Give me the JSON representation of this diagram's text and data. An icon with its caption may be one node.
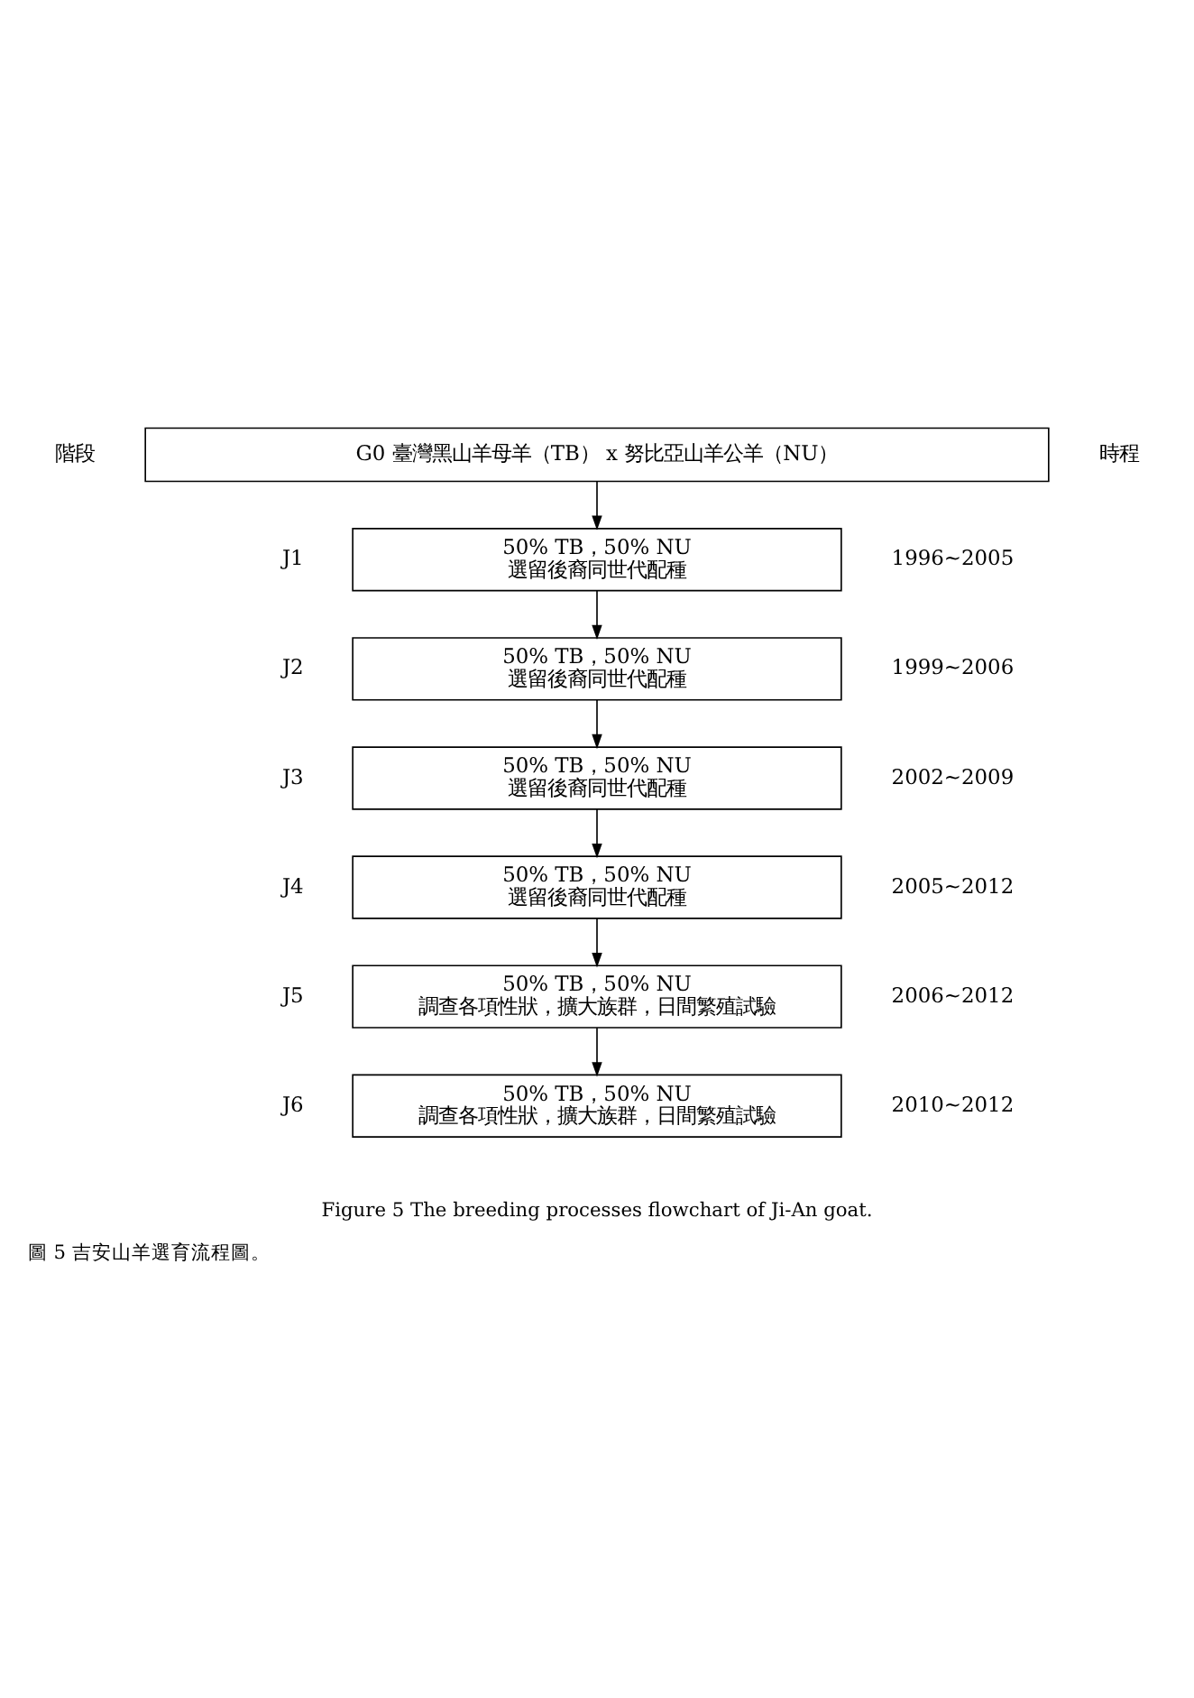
{
  "diagram": {
    "caption": "圖 5 吉安山羊選育流程圖。",
    "nodes": [
      {
        "text": [
          "G0 臺灣黑山羊母羊（TB） x 努比亞山羊公羊（NU）"
        ]
      },
      {
        "text": [
          "50% TB，50% NU",
          "選留後裔同世代配種"
        ],
        "beside": [
          "J1",
          "1996~2005"
        ]
      },
      {
        "text": [
          "50% TB，50% NU",
          "選留後裔同世代配種"
        ],
        "beside": [
          "J2",
          "1999~2006"
        ]
      },
      {
        "text": [
          "50% TB，50% NU",
          "選留後裔同世代配種"
        ],
        "beside": [
          "J3",
          "2002~2009"
        ]
      },
      {
        "text": [
          "50% TB，50% NU",
          "選留後裔同世代配種"
        ],
        "beside": [
          "J4",
          "2005~2012"
        ]
      },
      {
        "text": [
          "50% TB，50% NU",
          "調查各項性狀，擴大族群，日間繁殖試驗"
        ],
        "beside": [
          "J5",
          "2006~2012"
        ]
      },
      {
        "text": [
          "50% TB，50% NU",
          "調查各項性狀，擴大族群，日間繁殖試驗"
        ],
        "beside": [
          "J6",
          "2010~2012"
        ]
      }
    ],
    "edges": [
      {
        "from": 0,
        "to": 1,
        "arrow": "to"
      },
      {
        "from": 1,
        "to": 2,
        "arrow": "to"
      },
      {
        "from": 2,
        "to": 3,
        "arrow": "to"
      },
      {
        "from": 3,
        "to": 4,
        "arrow": "to"
      },
      {
        "from": 4,
        "to": 5,
        "arrow": "to"
      },
      {
        "from": 5,
        "to": 6,
        "arrow": "to"
      }
    ],
    "labels": [
      "階段",
      "時程",
      "Figure 5 The breeding processes flowchart of Ji-An goat."
    ]
  }
}
